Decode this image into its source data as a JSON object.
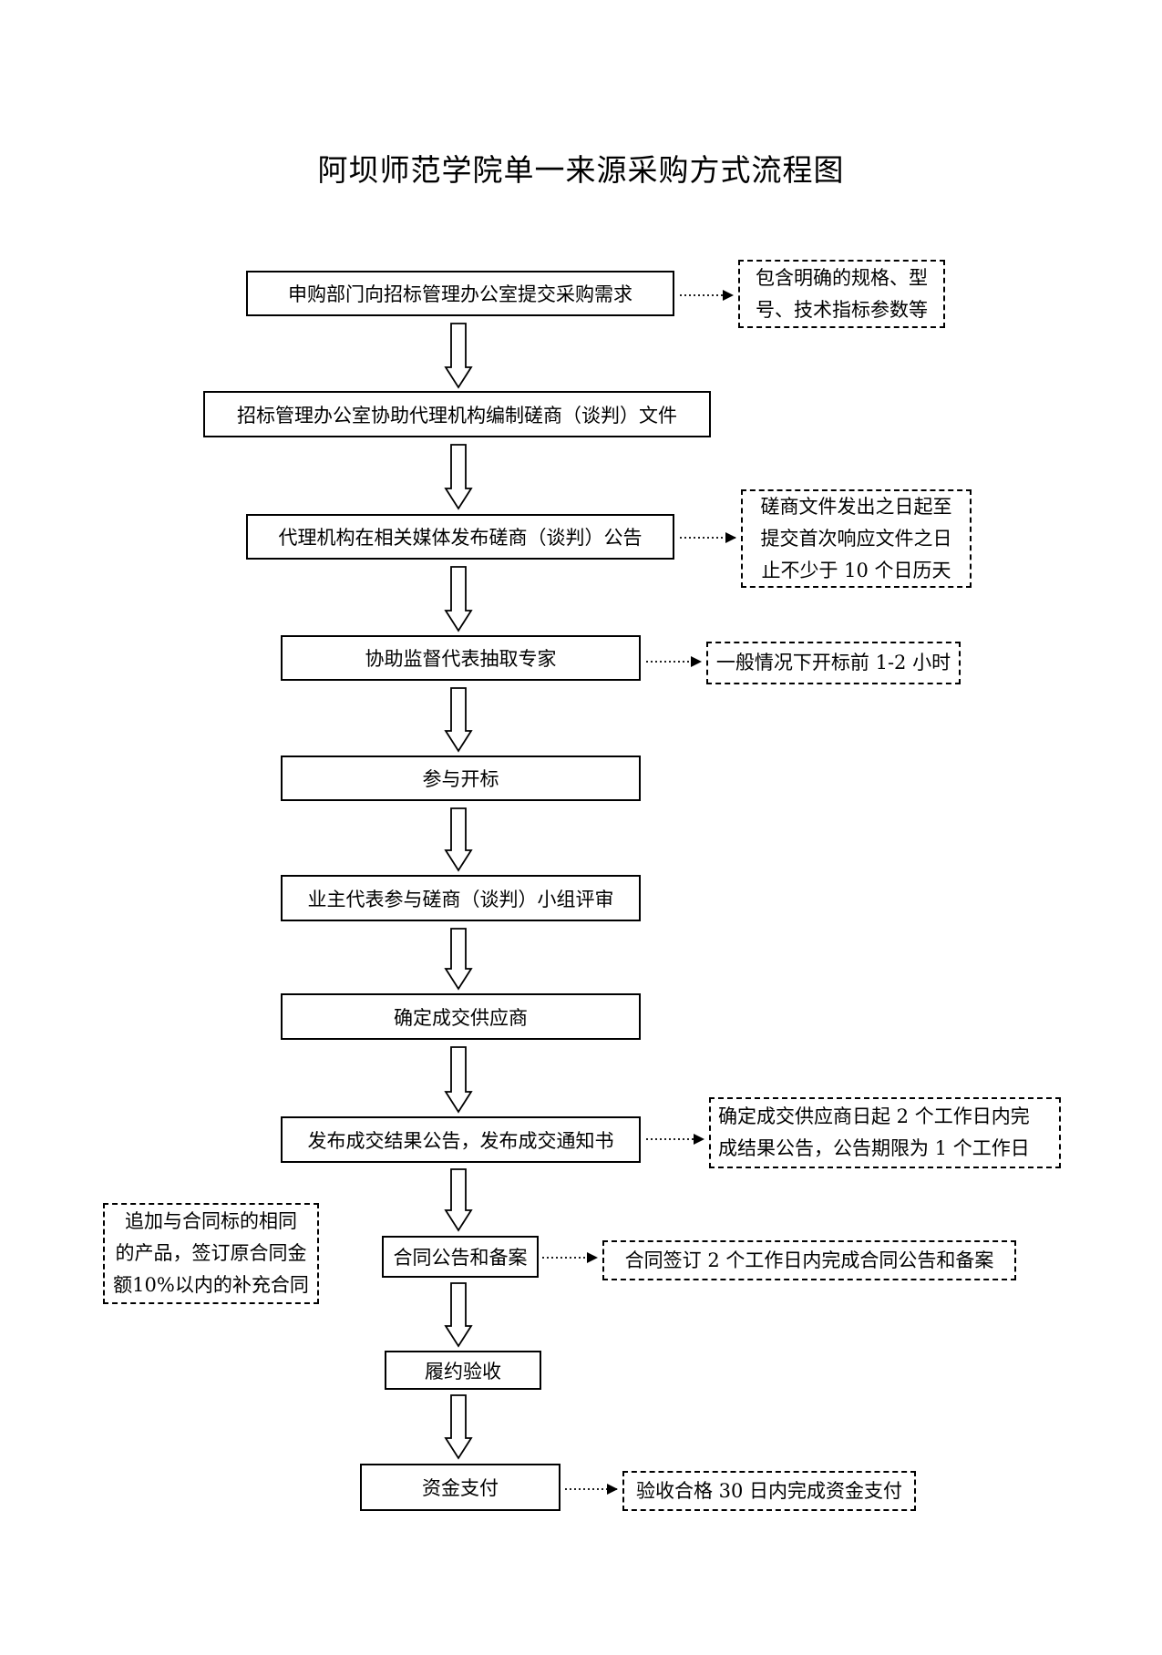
{
  "title": "阿坝师范学院单一来源采购方式流程图",
  "steps": [
    "申购部门向招标管理办公室提交采购需求",
    "招标管理办公室协助代理机构编制磋商（谈判）文件",
    "代理机构在相关媒体发布磋商（谈判）公告",
    "协助监督代表抽取专家",
    "参与开标",
    "业主代表参与磋商（谈判）小组评审",
    "确定成交供应商",
    "发布成交结果公告，发布成交通知书",
    "合同公告和备案",
    "履约验收",
    "资金支付"
  ],
  "notes": {
    "requirements": "包含明确的规格、型\n号、技术指标参数等",
    "announcement": "磋商文件发出之日起至\n提交首次响应文件之日\n止不少于 10 个日历天",
    "experts": "一般情况下开标前 1-2 小时",
    "result": "确定成交供应商日起 2 个工作日内完\n成结果公告，公告期限为 1 个工作日",
    "contract": "合同签订 2 个工作日内完成合同公告和备案",
    "supplement": "追加与合同标的相同\n的产品，签订原合同金\n额10%以内的补充合同",
    "payment": "验收合格 30 日内完成资金支付"
  }
}
